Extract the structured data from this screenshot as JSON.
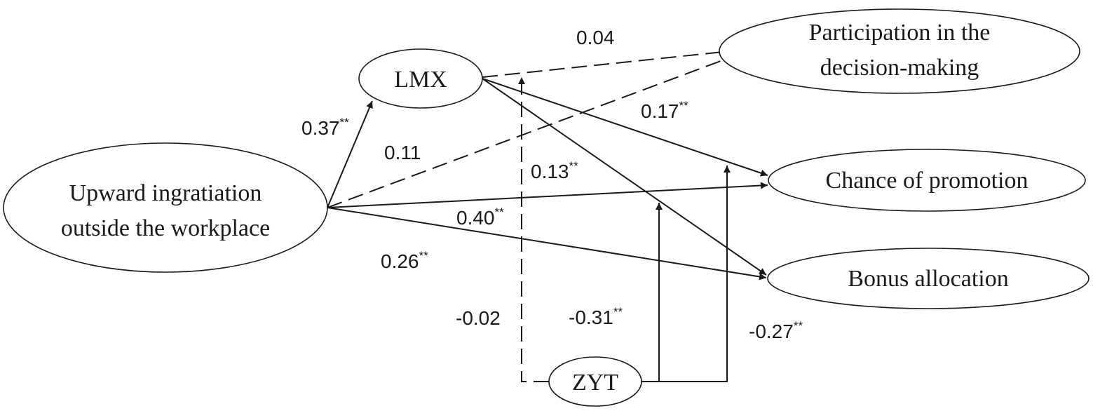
{
  "nodes": {
    "upward": {
      "line1": "Upward ingratiation",
      "line2": "outside the workplace"
    },
    "lmx": {
      "label": "LMX"
    },
    "participation": {
      "line1": "Participation in the",
      "line2": "decision-making"
    },
    "promotion": {
      "label": "Chance of promotion"
    },
    "bonus": {
      "label": "Bonus allocation"
    },
    "zyt": {
      "label": "ZYT"
    }
  },
  "coefficients": {
    "upward_lmx": {
      "value": "0.37",
      "sig": "**"
    },
    "lmx_participation": {
      "value": "0.04",
      "sig": ""
    },
    "upward_participation": {
      "value": "0.11",
      "sig": ""
    },
    "lmx_promotion": {
      "value": "0.17",
      "sig": "**"
    },
    "lmx_bonus": {
      "value": "0.13",
      "sig": "**"
    },
    "upward_promotion": {
      "value": "0.40",
      "sig": "**"
    },
    "upward_bonus": {
      "value": "0.26",
      "sig": "**"
    },
    "zyt_mod1": {
      "value": "-0.02",
      "sig": ""
    },
    "zyt_mod2": {
      "value": "-0.31",
      "sig": "**"
    },
    "zyt_mod3": {
      "value": "-0.27",
      "sig": "**"
    }
  }
}
